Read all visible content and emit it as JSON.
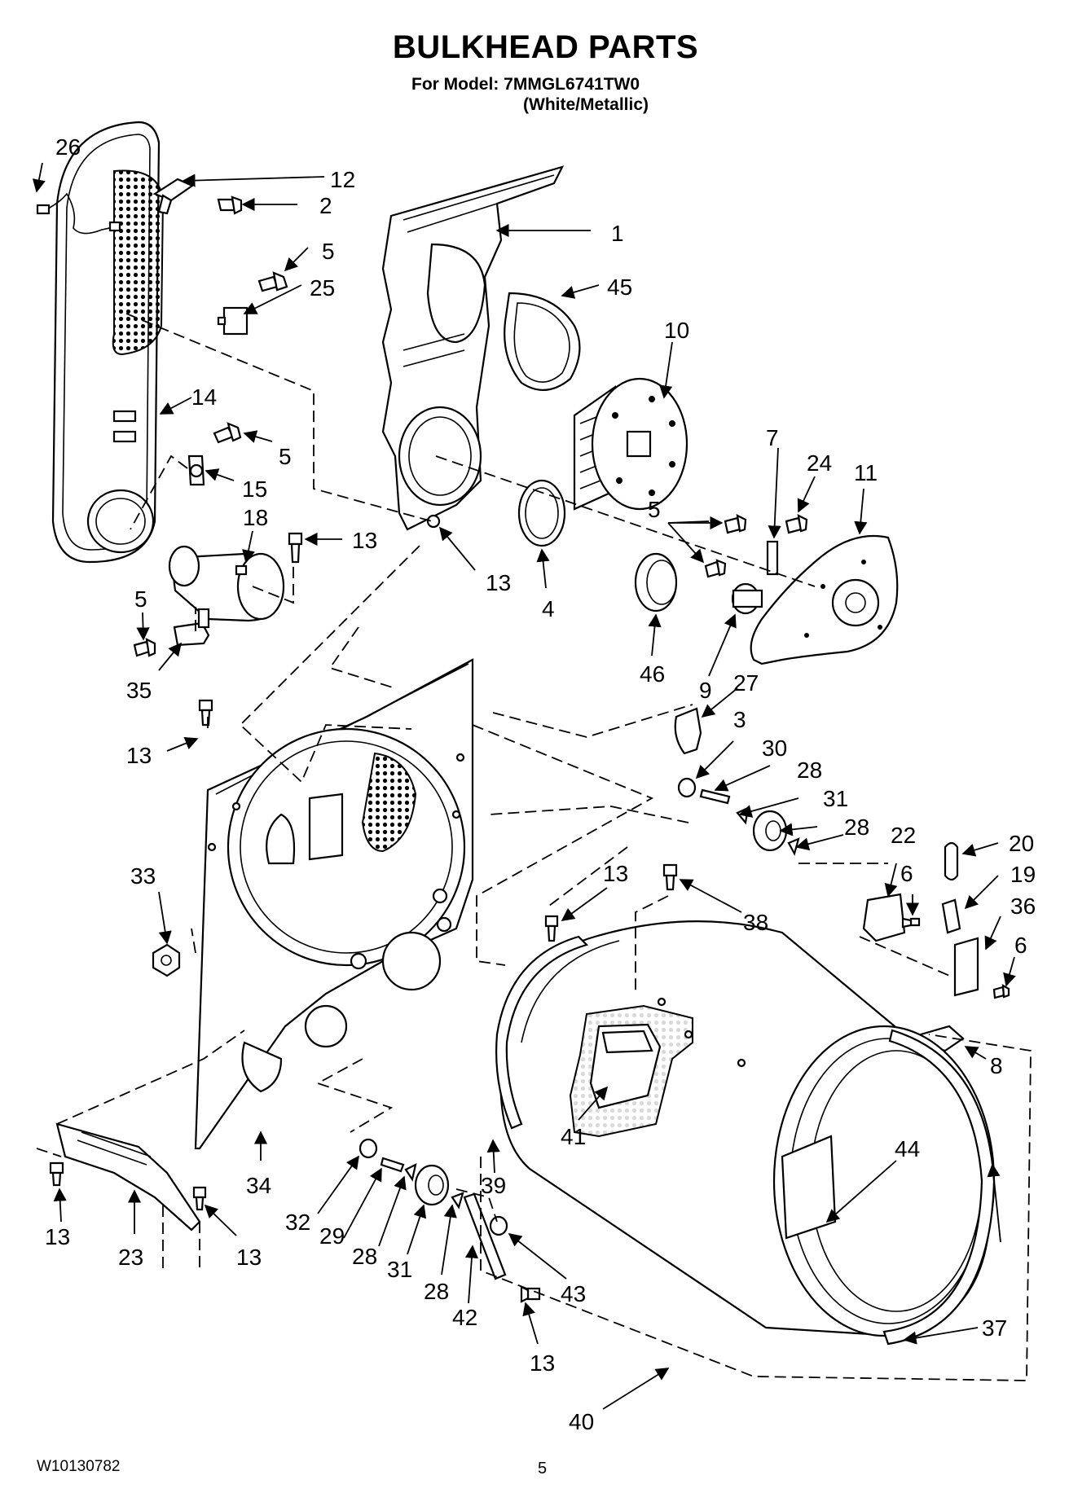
{
  "header": {
    "title": "BULKHEAD PARTS",
    "model_line": "For Model: 7MMGL6741TW0",
    "variant": "(White/Metallic)"
  },
  "footer": {
    "doc_code": "W10130782",
    "page": "5"
  },
  "callouts": [
    "26",
    "12",
    "2",
    "1",
    "5",
    "25",
    "45",
    "10",
    "14",
    "5",
    "15",
    "7",
    "24",
    "11",
    "18",
    "13",
    "13",
    "5",
    "4",
    "5",
    "35",
    "46",
    "9",
    "27",
    "13",
    "3",
    "30",
    "28",
    "31",
    "28",
    "22",
    "20",
    "6",
    "19",
    "33",
    "13",
    "38",
    "36",
    "6",
    "8",
    "41",
    "44",
    "39",
    "34",
    "32",
    "29",
    "28",
    "31",
    "28",
    "43",
    "42",
    "13",
    "23",
    "13",
    "13",
    "40",
    "37"
  ]
}
